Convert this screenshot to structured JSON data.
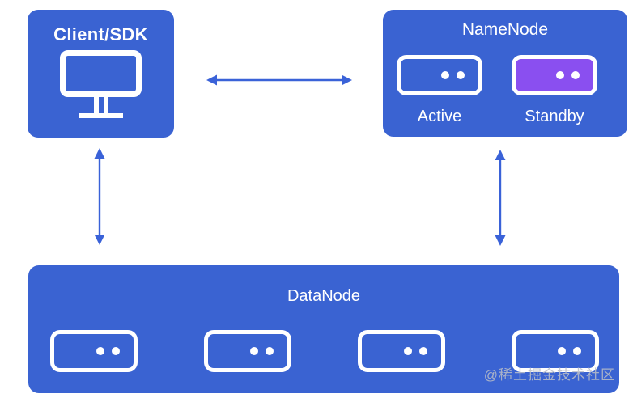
{
  "diagram": {
    "client": {
      "label": "Client/SDK"
    },
    "namenode": {
      "title": "NameNode",
      "nodes": [
        {
          "label": "Active",
          "variant": "blue"
        },
        {
          "label": "Standby",
          "variant": "purple"
        }
      ]
    },
    "datanode": {
      "title": "DataNode",
      "server_count": 4
    },
    "watermark": "@稀土掘金技术社区"
  },
  "colors": {
    "primary-blue": "#3a63d2",
    "standby-purple": "#8a4ff0",
    "arrow-blue": "#3a62d8",
    "watermark-gray": "#bcbfc7"
  }
}
